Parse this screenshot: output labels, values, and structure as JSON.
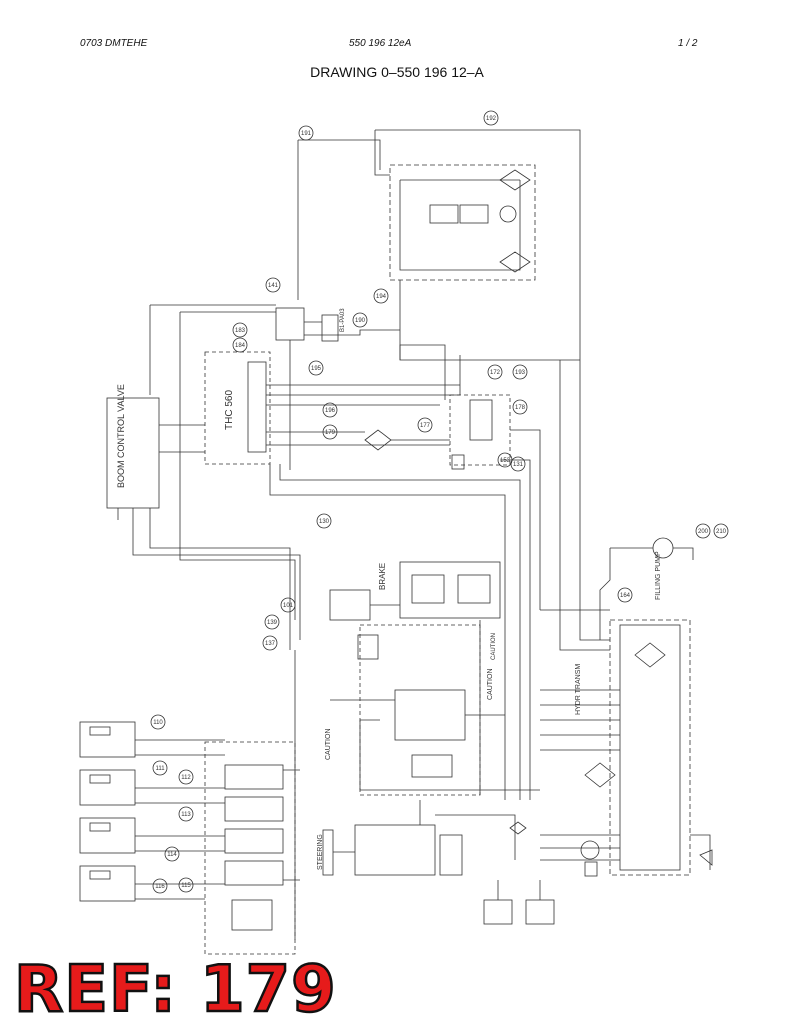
{
  "header": {
    "left": "0703 DMTEHE",
    "center": "550 196 12eA",
    "right": "1 /  2"
  },
  "title": "DRAWING 0–550 196 12–A",
  "ref_stamp": "REF: 179",
  "component_labels": {
    "boom_control_valve": "BOOM CONTROL VALVE",
    "thc": "THC 560",
    "brake": "BRAKE",
    "filling_pump": "FILLING PUMP",
    "hydr_transm": "HYDR TRANSM",
    "steering": "STEERING",
    "caution_1": "CAUTION",
    "caution_2": "CAUTION",
    "caution_3": "CAUTION",
    "b1_pa03": "B1-PA03"
  },
  "callouts": [
    "191",
    "192",
    "141",
    "183",
    "184",
    "190",
    "194",
    "195",
    "196",
    "179",
    "130",
    "177",
    "178",
    "153",
    "193",
    "172",
    "131",
    "101",
    "139",
    "137",
    "164",
    "200",
    "210",
    "110",
    "111",
    "112",
    "113",
    "114",
    "115",
    "116"
  ],
  "colors": {
    "line": "#333333",
    "accent": "#e61b1b"
  }
}
